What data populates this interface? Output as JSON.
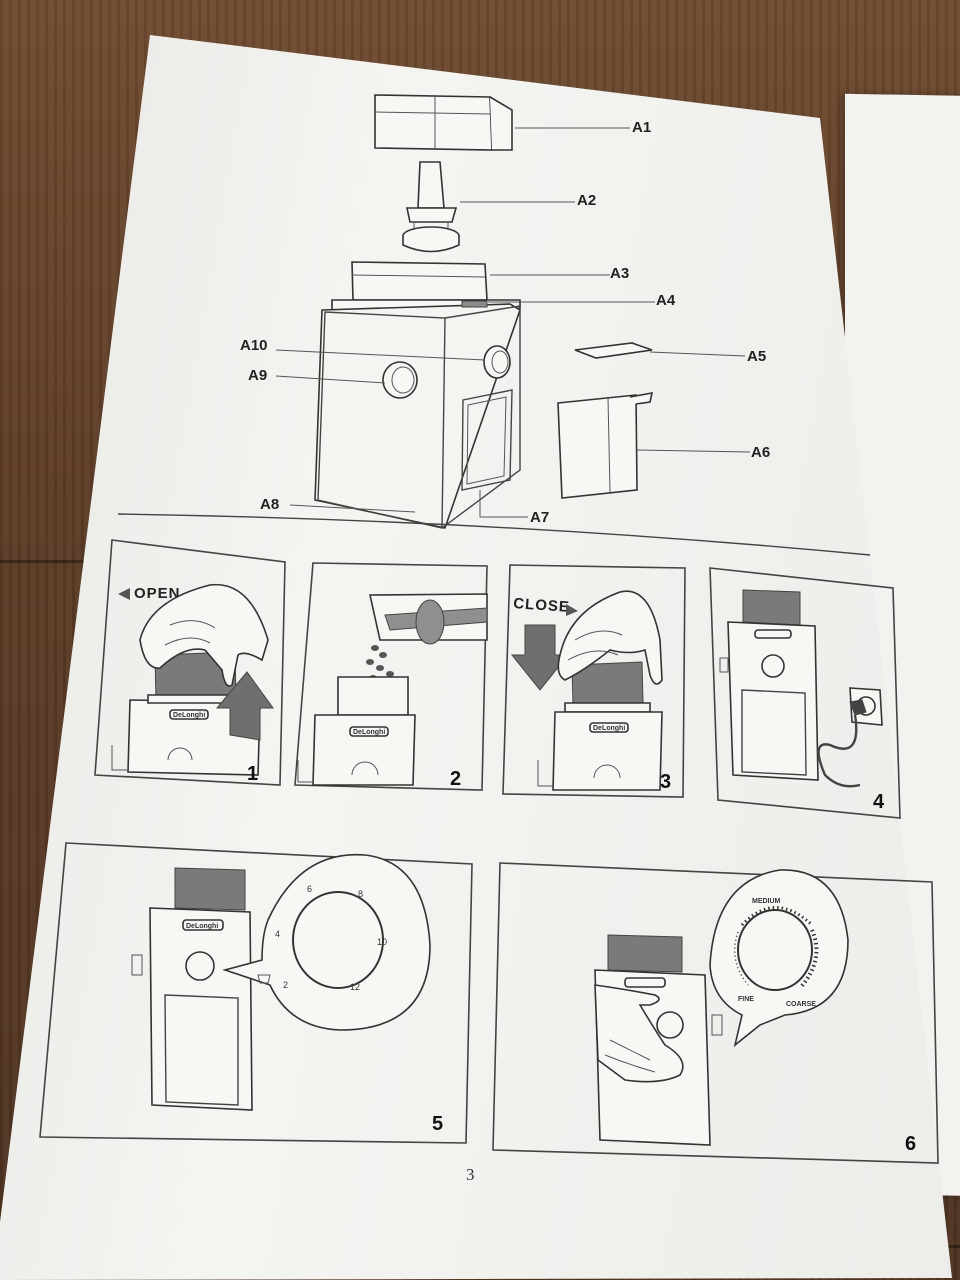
{
  "parts": {
    "a1": "A1",
    "a2": "A2",
    "a3": "A3",
    "a4": "A4",
    "a5": "A5",
    "a6": "A6",
    "a7": "A7",
    "a8": "A8",
    "a9": "A9",
    "a10": "A10"
  },
  "steps": {
    "s1": {
      "number": "1",
      "caption": "OPEN"
    },
    "s2": {
      "number": "2"
    },
    "s3": {
      "number": "3",
      "caption": "CLOSE"
    },
    "s4": {
      "number": "4"
    },
    "s5": {
      "number": "5",
      "dial_numbers": [
        "2",
        "4",
        "6",
        "8",
        "10",
        "12"
      ]
    },
    "s6": {
      "number": "6",
      "medium": "MEDIUM",
      "fine": "FINE",
      "coarse": "COARSE"
    }
  },
  "brand": "DeLonghi",
  "page_number": "3"
}
